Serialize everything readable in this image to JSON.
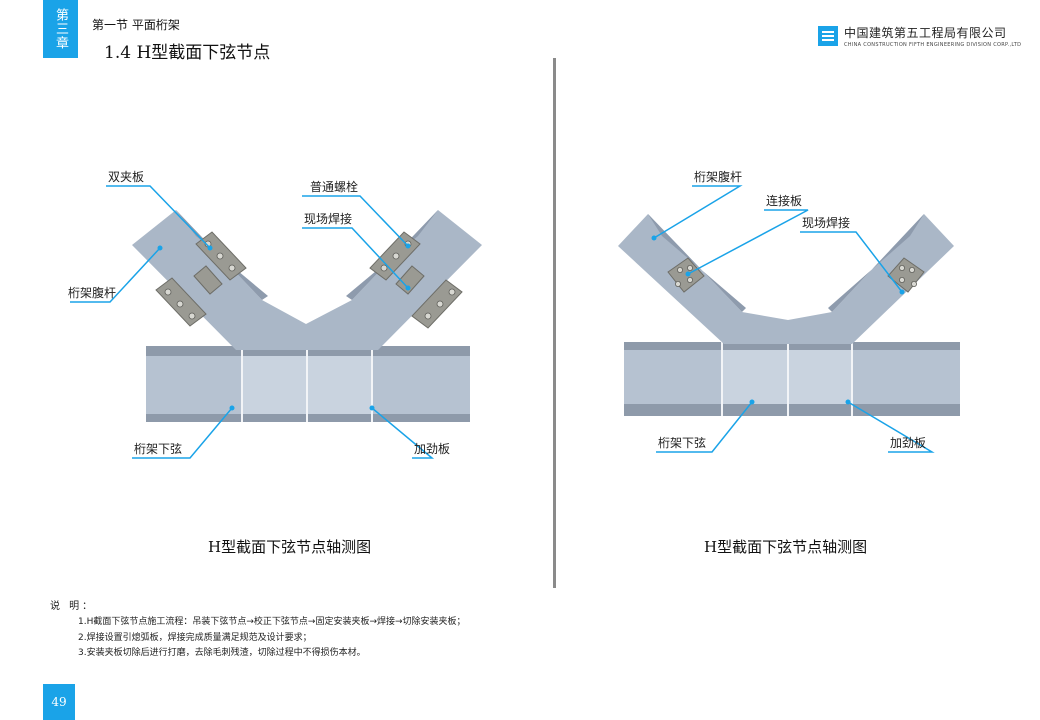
{
  "header": {
    "chapter": "第三章",
    "section": "第一节  平面桁架",
    "title": "1.4 H型截面下弦节点",
    "company_cn": "中国建筑第五工程局有限公司",
    "company_en": "CHINA CONSTRUCTION FIFTH ENGINEERING DIVISION CORP.,LTD"
  },
  "left_figure": {
    "labels": {
      "double_clip_plate": "双夹板",
      "bolt": "普通螺栓",
      "site_weld": "现场焊接",
      "web_member": "桁架腹杆",
      "bottom_chord": "桁架下弦",
      "stiffener": "加劲板"
    },
    "caption": "H型截面下弦节点轴测图"
  },
  "right_figure": {
    "labels": {
      "web_member": "桁架腹杆",
      "connection_plate": "连接板",
      "site_weld": "现场焊接",
      "bottom_chord": "桁架下弦",
      "stiffener": "加劲板"
    },
    "caption": "H型截面下弦节点轴测图"
  },
  "notes": {
    "title": "说 明：",
    "items": [
      "1.H截面下弦节点施工流程：吊装下弦节点→校正下弦节点→固定安装夹板→焊接→切除安装夹板；",
      "2.焊接设置引熄弧板，焊接完成质量满足规范及设计要求；",
      "3.安装夹板切除后进行打磨，去除毛刺残渣，切除过程中不得损伤本材。"
    ]
  },
  "page_number": "49",
  "colors": {
    "accent": "#1aa3e8",
    "steel": "#a9b7c8",
    "plate": "#9a9a93"
  }
}
